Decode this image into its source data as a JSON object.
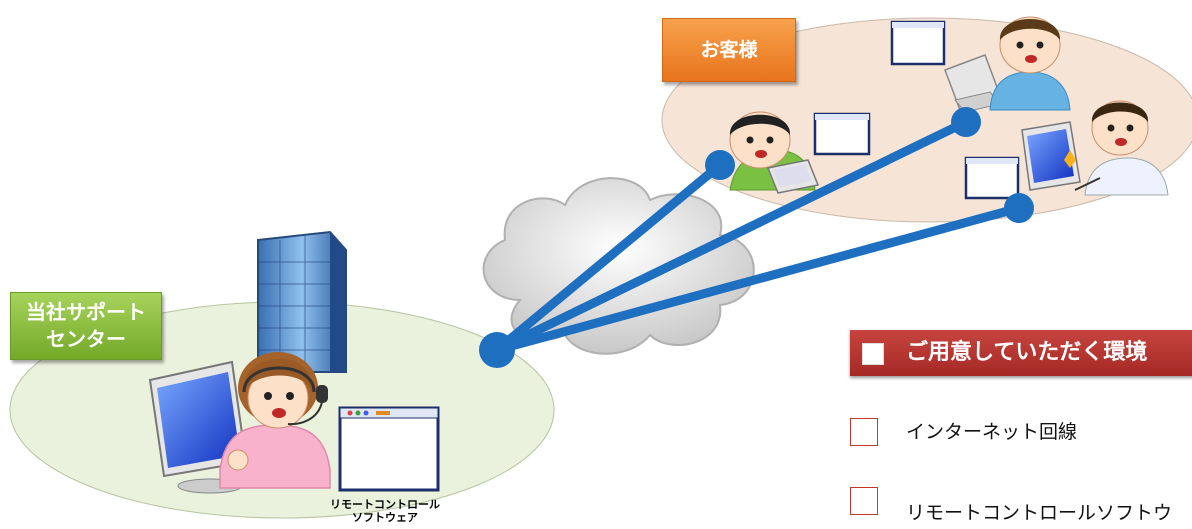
{
  "customer_label": "お客様",
  "support_label": [
    "当社サポート",
    "センター"
  ],
  "software_caption": [
    "リモートコントロール",
    "ソフトウェア"
  ],
  "environment": {
    "header": "ご用意していただく環境",
    "items": [
      "インターネット回線",
      "リモートコントロールソフトウ"
    ]
  },
  "colors": {
    "connection_line": "#1f6fc0",
    "customer_area": "#f6e4d6",
    "support_area": "#eaf1dc",
    "header_red": "#b8322e",
    "customer_label_orange": "#ee8a2e",
    "support_label_green": "#8cc042"
  }
}
